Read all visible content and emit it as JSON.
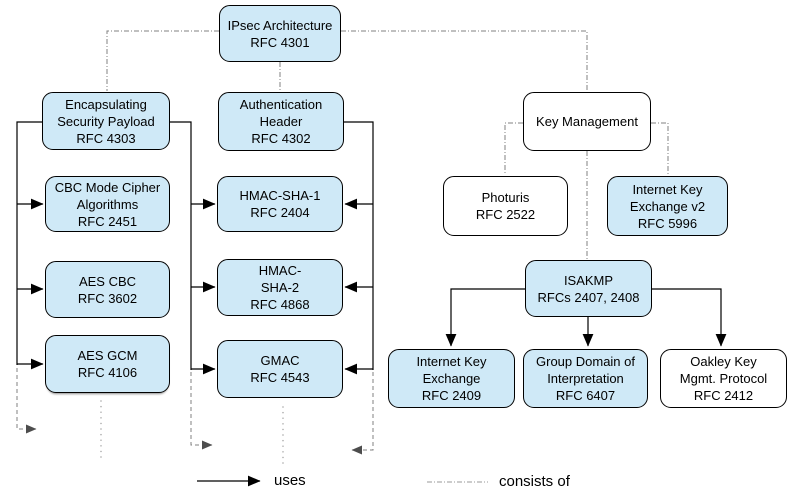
{
  "boxes": {
    "ipsec_architecture": {
      "label": "IPsec Architecture\nRFC 4301"
    },
    "esp": {
      "label": "Encapsulating\nSecurity Payload\nRFC 4303"
    },
    "auth_header": {
      "label": "Authentication\nHeader\nRFC 4302"
    },
    "cbc_mode_cipher": {
      "label": "CBC Mode Cipher\nAlgorithms\nRFC 2451"
    },
    "hmac_sha_1": {
      "label": "HMAC-SHA-1\nRFC 2404"
    },
    "aes_cbc": {
      "label": "AES CBC\nRFC 3602"
    },
    "hmac_sha_2": {
      "label": "HMAC-\nSHA-2\nRFC 4868"
    },
    "aes_gcm": {
      "label": "AES GCM\nRFC 4106"
    },
    "gmac": {
      "label": "GMAC\nRFC 4543"
    },
    "key_management": {
      "label": "Key Management"
    },
    "photuris": {
      "label": "Photuris\nRFC 2522"
    },
    "ike_v2": {
      "label": "Internet Key\nExchange v2\nRFC 5996"
    },
    "isakmp": {
      "label": "ISAKMP\nRFCs 2407, 2408"
    },
    "ike": {
      "label": "Internet Key\nExchange\nRFC 2409"
    },
    "gdoi": {
      "label": "Group Domain of\nInterpretation\nRFC 6407"
    },
    "oakley": {
      "label": "Oakley Key\nMgmt. Protocol\nRFC 2412"
    }
  },
  "legend": {
    "uses_label": "uses",
    "consists_of_label": "consists of"
  },
  "colors": {
    "box_fill_blue": "#cfe9f7",
    "box_fill_white": "#ffffff",
    "box_border": "#000000",
    "uses_line": "#000000",
    "consists_of_line": "#808080",
    "continuation_dashed_line": "#808080",
    "continuation_dotted_line": "#a0a0a0"
  },
  "relations": {
    "consists_of": [
      "IPsec Architecture -> Encapsulating Security Payload",
      "IPsec Architecture -> Authentication Header",
      "IPsec Architecture -> Key Management",
      "Key Management -> Photuris",
      "Key Management -> Internet Key Exchange v2",
      "Key Management -> ISAKMP"
    ],
    "uses": [
      "Encapsulating Security Payload -> CBC Mode Cipher Algorithms",
      "Encapsulating Security Payload -> AES CBC",
      "Encapsulating Security Payload -> AES GCM",
      "Encapsulating Security Payload -> HMAC-SHA-1",
      "Encapsulating Security Payload -> HMAC-SHA-2",
      "Encapsulating Security Payload -> GMAC",
      "Authentication Header -> HMAC-SHA-1",
      "Authentication Header -> HMAC-SHA-2",
      "Authentication Header -> GMAC",
      "ISAKMP -> Internet Key Exchange",
      "ISAKMP -> Group Domain of Interpretation",
      "ISAKMP -> Oakley Key Mgmt. Protocol"
    ]
  }
}
